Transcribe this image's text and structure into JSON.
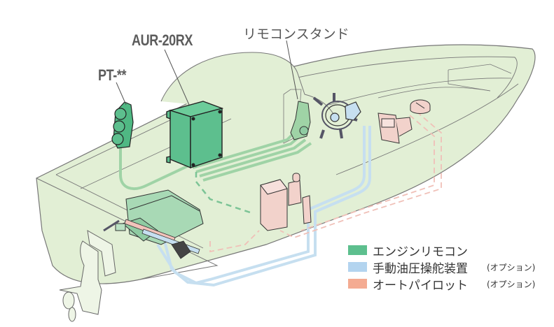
{
  "callouts": {
    "pt": "PT-**",
    "aur": "AUR-20RX",
    "stand": "リモコンスタンド"
  },
  "legend": [
    {
      "label": "エンジンリモコン",
      "note": "",
      "color": "#5dbf8e"
    },
    {
      "label": "手動油圧操舵装置",
      "note": "(オプション)",
      "color": "#b3d4ef"
    },
    {
      "label": "オートパイロット",
      "note": "(オプション)",
      "color": "#f4ab92"
    }
  ],
  "colors": {
    "hull": "#e2efd5",
    "hull_stroke": "#777777",
    "engine_remote": "#5dbf8e",
    "engine_remote_line": "#9fd3a6",
    "hydraulic": "#c6dff0",
    "autopilot": "#f2d2cb",
    "autopilot_line": "#f0b9b0"
  }
}
